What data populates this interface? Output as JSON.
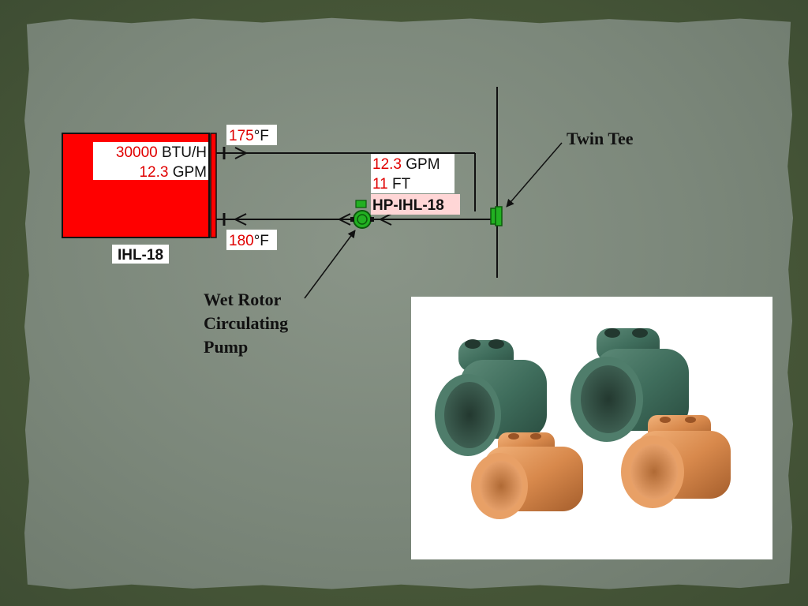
{
  "heater": {
    "btu_value": "30000",
    "btu_unit": " BTU/H",
    "gpm_value": "12.3",
    "gpm_unit": " GPM",
    "tag": "IHL-18"
  },
  "supply_temp": {
    "value": "175",
    "unit": "°F"
  },
  "return_temp": {
    "value": "180",
    "unit": "°F"
  },
  "pump": {
    "gpm_value": "12.3",
    "gpm_unit": " GPM",
    "head_value": "11",
    "head_unit": " FT",
    "tag": "HP-IHL-18"
  },
  "callouts": {
    "twin_tee": "Twin Tee",
    "pump_line1": "Wet Rotor",
    "pump_line2": "Circulating",
    "pump_line3": "Pump"
  },
  "colors": {
    "heater_red": "#ff0000",
    "value_red": "#e00000",
    "fitting_green": "#22b022",
    "tag_highlight": "#ffd6d6"
  },
  "icons": {
    "pump": "circulating-pump-icon",
    "tee": "twin-tee-icon",
    "fittings_photo": "twin-tee-fittings-photo"
  }
}
